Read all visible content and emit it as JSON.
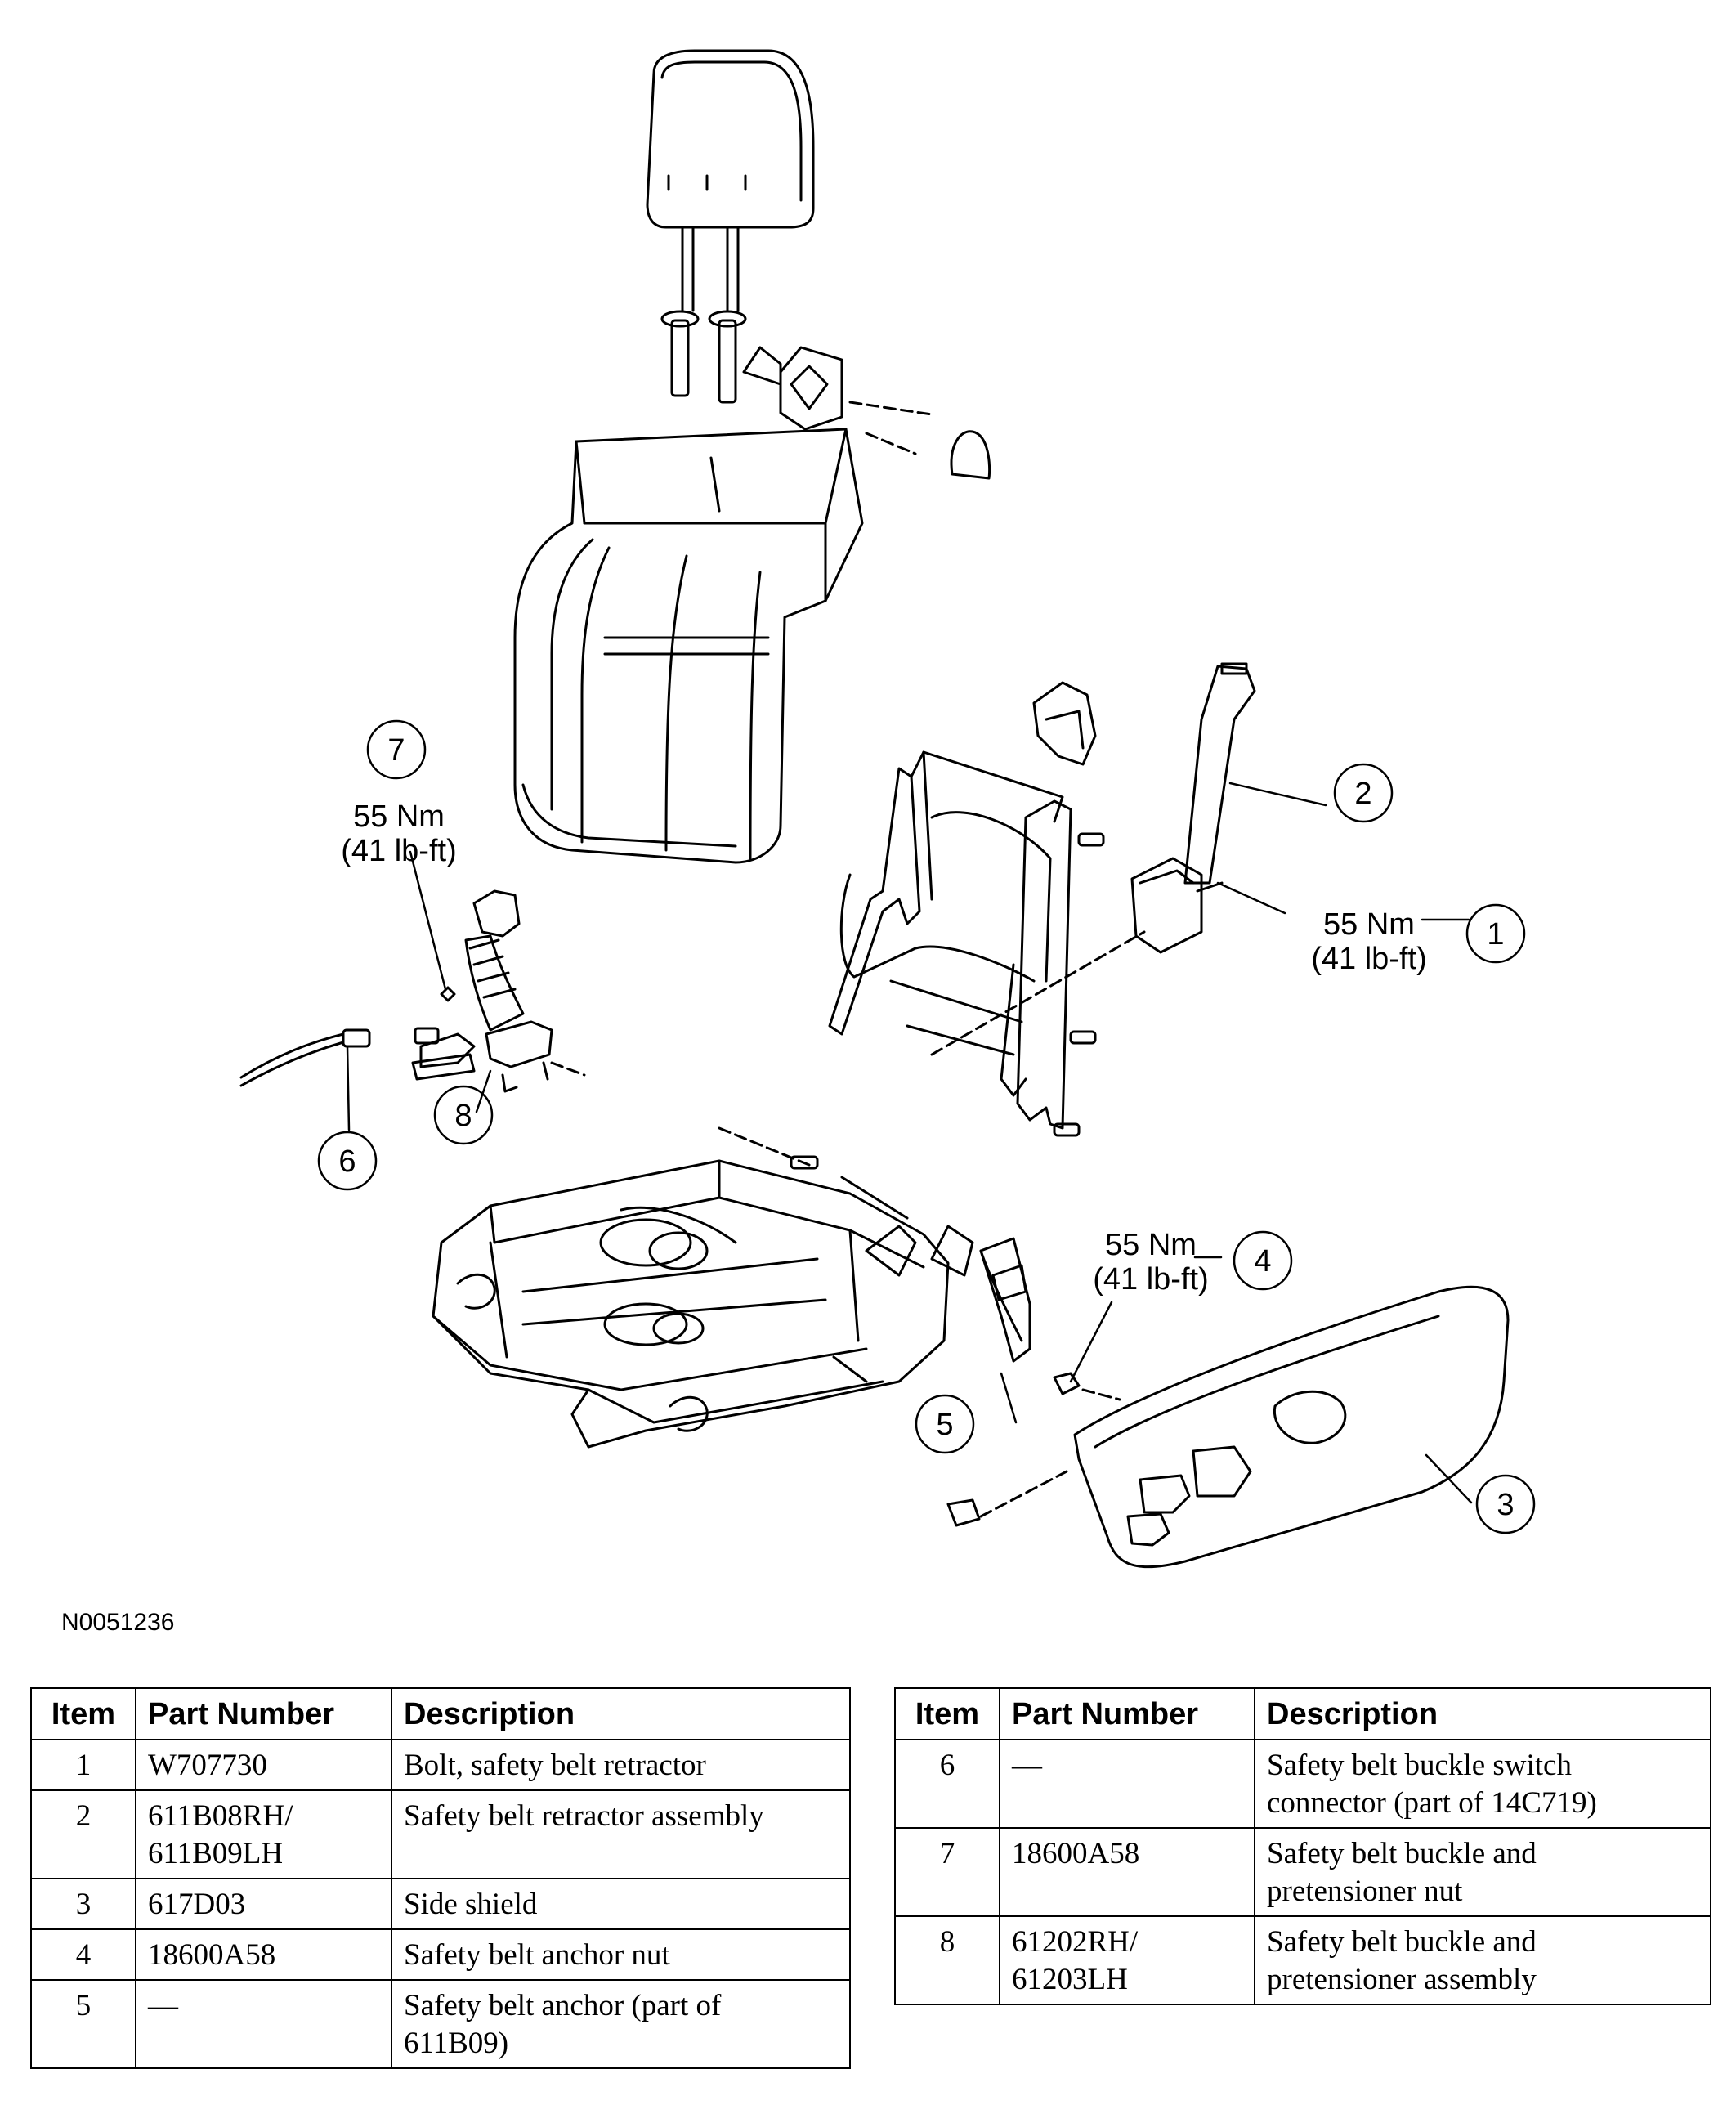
{
  "figure": {
    "code": "N0051236",
    "callouts": [
      {
        "id": "1",
        "label": "1",
        "torque_nm": "55 Nm",
        "torque_lbft": "(41 lb-ft)"
      },
      {
        "id": "2",
        "label": "2"
      },
      {
        "id": "3",
        "label": "3"
      },
      {
        "id": "4",
        "label": "4",
        "torque_nm": "55 Nm",
        "torque_lbft": "(41 lb-ft)"
      },
      {
        "id": "5",
        "label": "5"
      },
      {
        "id": "6",
        "label": "6"
      },
      {
        "id": "7",
        "label": "7",
        "torque_nm": "55 Nm",
        "torque_lbft": "(41 lb-ft)"
      },
      {
        "id": "8",
        "label": "8"
      }
    ]
  },
  "tables": {
    "headers": {
      "item": "Item",
      "part_number": "Part Number",
      "description": "Description"
    },
    "left": [
      {
        "item": "1",
        "part": [
          "W707730"
        ],
        "desc": [
          "Bolt, safety belt retractor"
        ]
      },
      {
        "item": "2",
        "part": [
          "611B08RH/",
          "611B09LH"
        ],
        "desc": [
          "Safety belt retractor assembly"
        ]
      },
      {
        "item": "3",
        "part": [
          "617D03"
        ],
        "desc": [
          "Side shield"
        ]
      },
      {
        "item": "4",
        "part": [
          "18600A58"
        ],
        "desc": [
          "Safety belt anchor nut"
        ]
      },
      {
        "item": "5",
        "part": [
          "—"
        ],
        "desc": [
          "Safety belt anchor (part of",
          "611B09)"
        ]
      }
    ],
    "right": [
      {
        "item": "6",
        "part": [
          "—"
        ],
        "desc": [
          "Safety belt buckle switch",
          "connector (part of 14C719)"
        ]
      },
      {
        "item": "7",
        "part": [
          "18600A58"
        ],
        "desc": [
          "Safety belt buckle and",
          "pretensioner nut"
        ]
      },
      {
        "item": "8",
        "part": [
          "61202RH/",
          "61203LH"
        ],
        "desc": [
          "Safety belt buckle and",
          "pretensioner assembly"
        ]
      }
    ]
  }
}
